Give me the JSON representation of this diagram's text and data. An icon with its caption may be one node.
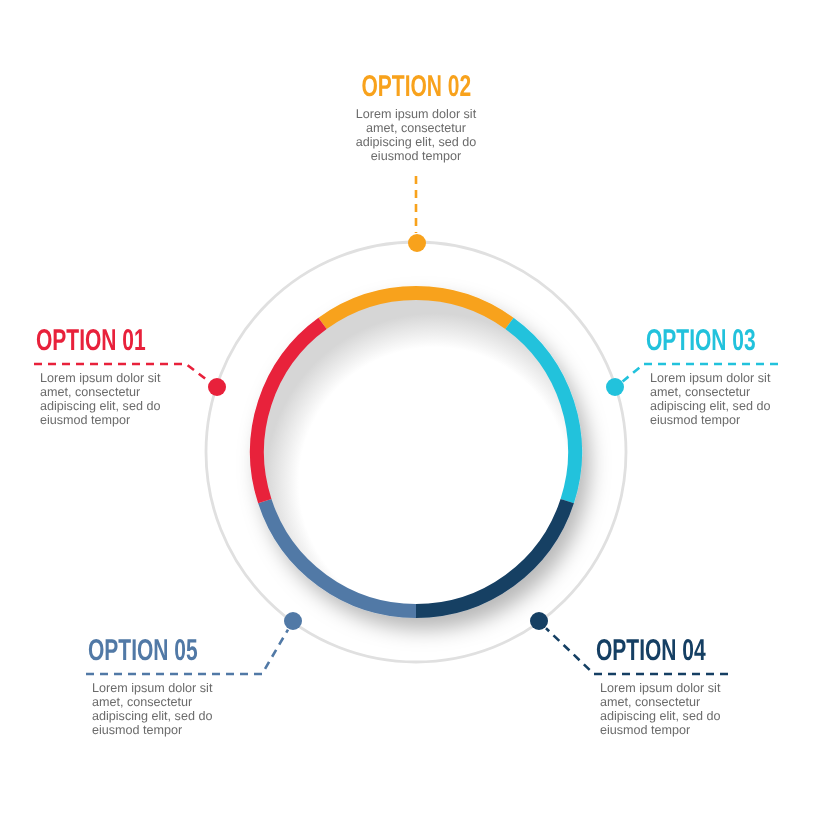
{
  "diagram": {
    "nodes": [
      {
        "text": [
          "OPTION 02",
          "Lorem ipsum dolor sit amet, consectetur adipiscing elit, sed do eiusmod tempor"
        ]
      },
      {
        "text": [],
        "shape": "circle"
      },
      {
        "text": [
          "OPTION 01",
          "Lorem ipsum dolor sit amet, consectetur adipiscing elit, sed do eiusmod tempor"
        ]
      },
      {
        "text": [
          "OPTION 03",
          "Lorem ipsum dolor sit amet, consectetur adipiscing elit, sed do eiusmod tempor"
        ]
      },
      {
        "text": [],
        "shape": "circle"
      },
      {
        "text": [],
        "shape": "circle"
      },
      {
        "text": [],
        "shape": "circle"
      },
      {
        "text": [],
        "shape": "circle"
      },
      {
        "text": [
          "OPTION 05",
          "Lorem ipsum dolor sit amet, consectetur adipiscing elit, sed do eiusmod tempor"
        ]
      },
      {
        "text": [
          "OPTION 04",
          "Lorem ipsum dolor sit amet, consectetur adipiscing elit, sed do eiusmod tempor"
        ]
      }
    ],
    "edges": [
      {
        "from": 0,
        "to": 1,
        "arrow": "none",
        "style": "dashed",
        "color": "#f8a21c"
      },
      {
        "from": 2,
        "to": 4,
        "arrow": "none",
        "style": "dashed",
        "color": "#e8213b"
      },
      {
        "from": 3,
        "to": 5,
        "arrow": "none",
        "style": "dashed",
        "color": "#22c2dc"
      },
      {
        "from": 8,
        "to": 6,
        "arrow": "none",
        "style": "dashed",
        "color": "#5179a6"
      },
      {
        "from": 9,
        "to": 7,
        "arrow": "none",
        "style": "dashed",
        "color": "#153f63"
      }
    ]
  }
}
